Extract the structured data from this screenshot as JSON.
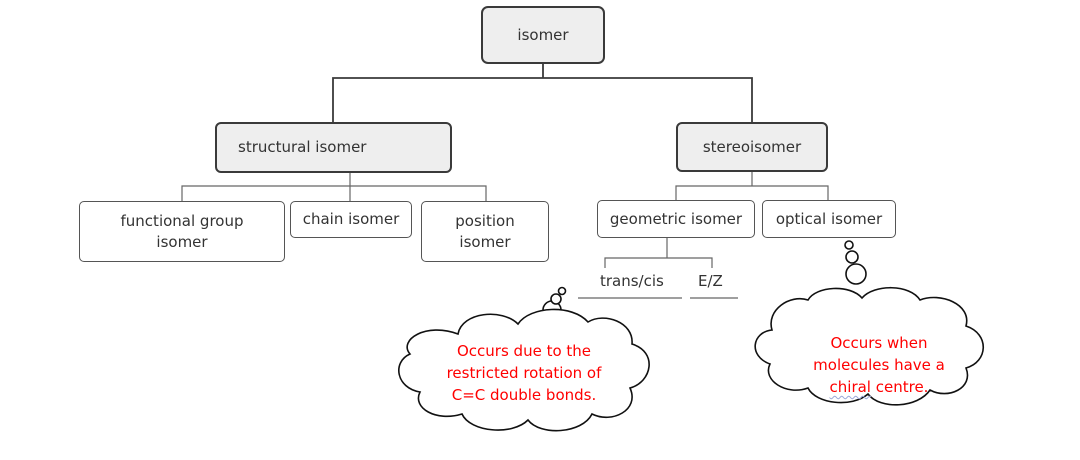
{
  "root": {
    "label": "isomer"
  },
  "branches": [
    {
      "label": "structural isomer",
      "children": [
        "functional group\nisomer",
        "chain isomer",
        "position\nisomer"
      ]
    },
    {
      "label": "stereoisomer",
      "children": [
        "geometric isomer",
        "optical isomer"
      ]
    }
  ],
  "geometric_subtypes": [
    "trans/cis",
    "E/Z"
  ],
  "callouts": {
    "geometric": "Occurs due to the\nrestricted rotation of\nC=C double bonds.",
    "optical": {
      "before": "Occurs when\nmolecules have a\n",
      "underlined": "chiral",
      "after": " centre."
    }
  },
  "colors": {
    "callout_text": "#ff0000",
    "shaded_fill": "#eeeeee",
    "border": "#555555"
  }
}
